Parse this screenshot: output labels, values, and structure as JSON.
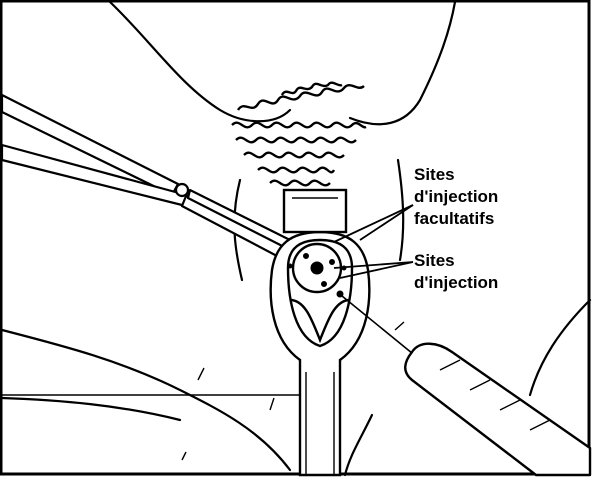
{
  "labels": {
    "optional_sites": [
      "Sites",
      "d'injection",
      "facultatifs"
    ],
    "injection_sites": [
      "Sites",
      "d'injection"
    ]
  },
  "colors": {
    "ink": "#000000",
    "paper": "#ffffff"
  }
}
